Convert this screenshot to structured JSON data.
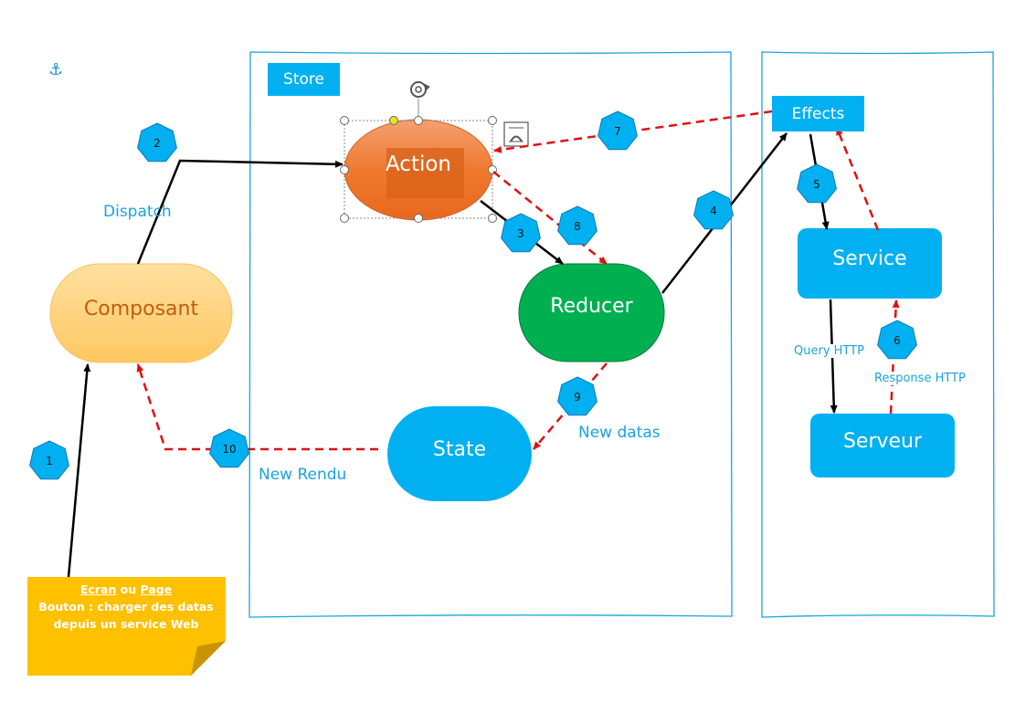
{
  "colors": {
    "blue": "#00b0f0",
    "label_blue": "#1aa3e0",
    "action_orange": "#ed7d31",
    "reducer_green": "#00b050",
    "composant_fill": "#ffd080",
    "composant_text": "#c55a11",
    "note_yellow": "#ffc000",
    "arrow_red": "#e01010",
    "arrow_black": "#000000",
    "badge": "#00b0f0"
  },
  "containers": {
    "store_label": "Store",
    "effects_label": "Effects"
  },
  "nodes": {
    "action": "Action",
    "reducer": "Reducer",
    "state": "State",
    "composant": "Composant",
    "service": "Service",
    "serveur": "Serveur"
  },
  "labels": {
    "dispatch": "Dispatch",
    "new_datas": "New datas",
    "new_rendu": "New Rendu",
    "query_http": "Query HTTP",
    "response_http": "Response HTTP"
  },
  "badges": [
    "1",
    "2",
    "3",
    "4",
    "5",
    "6",
    "7",
    "8",
    "9",
    "10"
  ],
  "note": {
    "ecran": "Ecran",
    "ou": "ou",
    "page": "Page",
    "line2": "Bouton : charger des datas",
    "line3": "depuis un service Web"
  },
  "icons": [
    "anchor-icon",
    "rotate-handle-icon",
    "layout-options-icon"
  ]
}
